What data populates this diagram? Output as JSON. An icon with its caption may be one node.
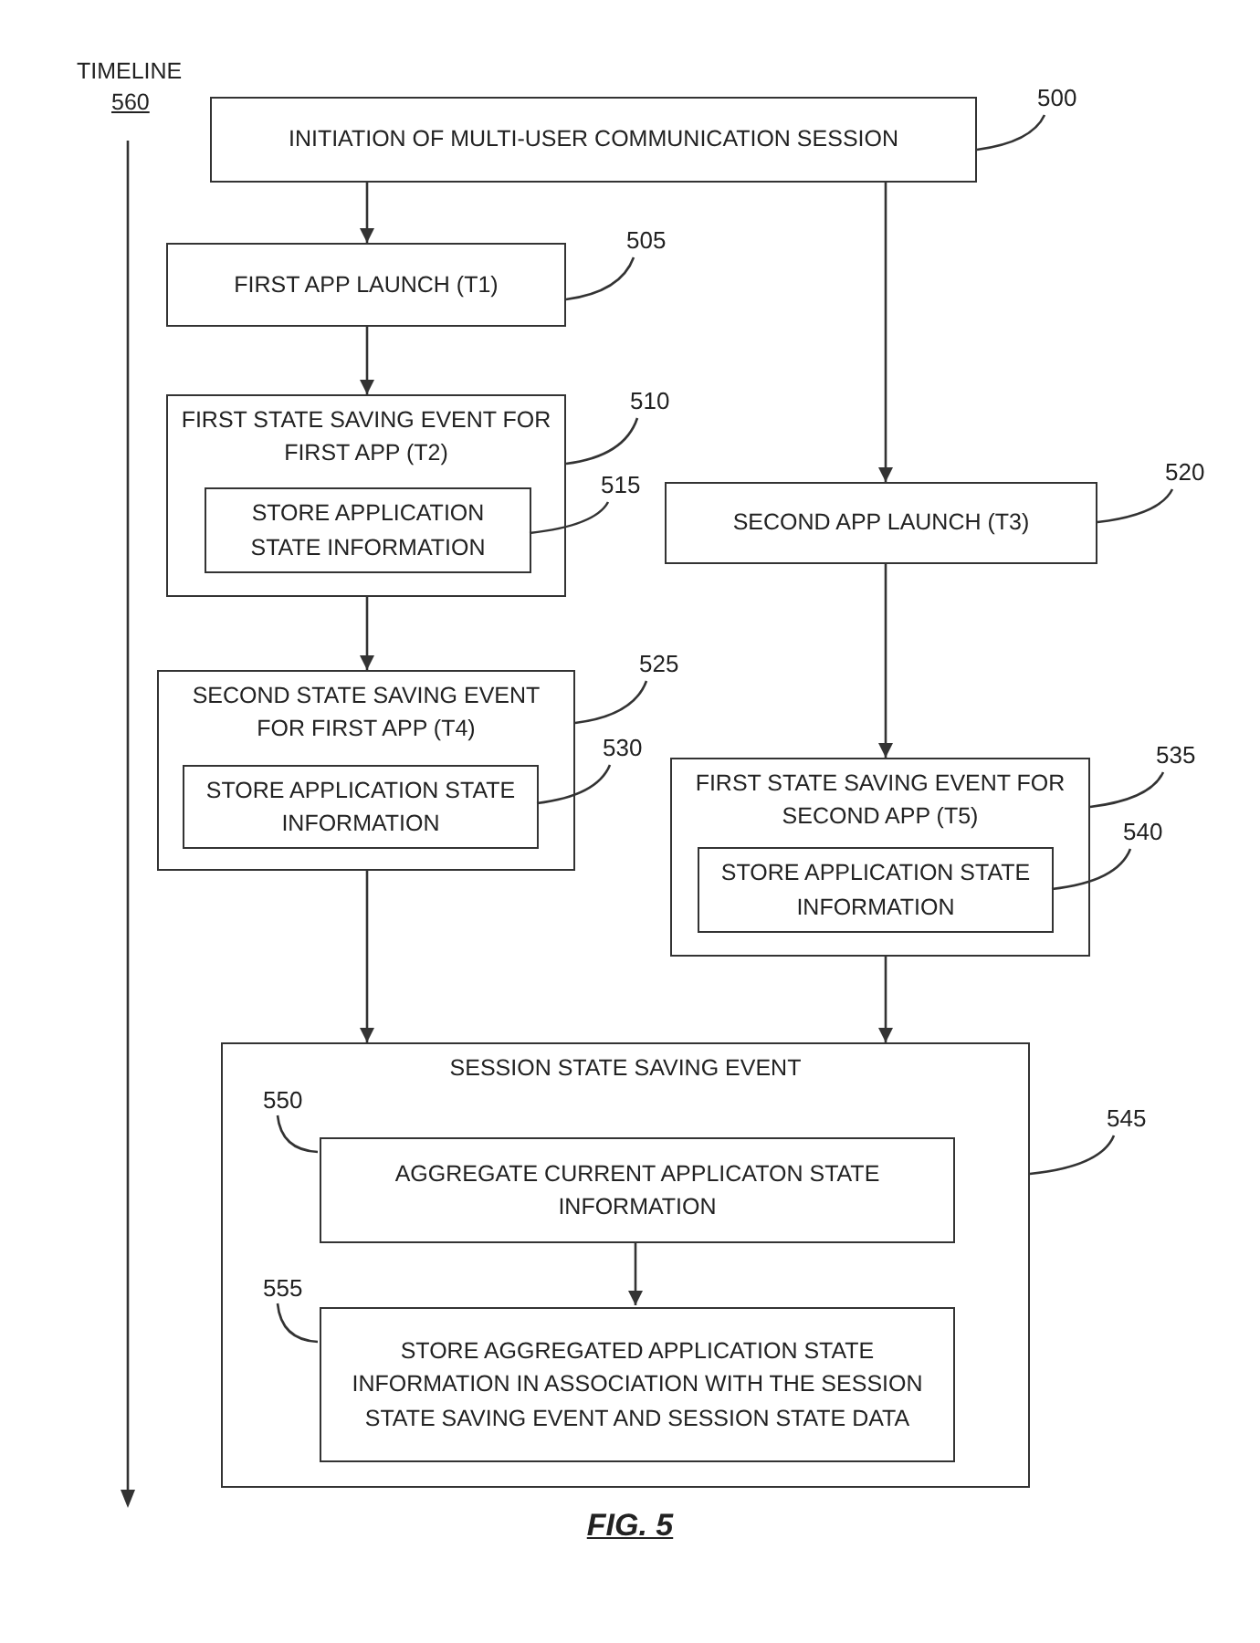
{
  "diagram": {
    "caption": "FIG. 5",
    "nodes": [
      {
        "text": [
          "INITIATION OF MULTI-USER COMMUNICATION SESSION"
        ]
      },
      {
        "text": [
          "FIRST APP LAUNCH (T1)"
        ]
      },
      {
        "text": [
          "FIRST STATE SAVING EVENT FOR FIRST APP (T2)"
        ]
      },
      {
        "text": [
          "STORE APPLICATION STATE INFORMATION"
        ],
        "in": 2
      },
      {
        "text": [
          "SECOND APP LAUNCH (T3)"
        ]
      },
      {
        "text": [
          "SECOND STATE SAVING EVENT FOR FIRST APP (T4)"
        ]
      },
      {
        "text": [
          "STORE APPLICATION STATE INFORMATION"
        ],
        "in": 5
      },
      {
        "text": [
          "FIRST STATE SAVING EVENT FOR SECOND APP (T5)"
        ]
      },
      {
        "text": [
          "STORE APPLICATION STATE INFORMATION"
        ],
        "in": 7
      },
      {
        "text": [
          "SESSION STATE SAVING EVENT"
        ]
      },
      {
        "text": [
          "AGGREGATE CURRENT APPLICATON STATE INFORMATION"
        ],
        "in": 9
      },
      {
        "text": [
          "STORE AGGREGATED APPLICATION STATE INFORMATION IN ASSOCIATION WITH THE SESSION STATE SAVING EVENT AND SESSION STATE DATA"
        ],
        "in": 9
      },
      {
        "text": [
          "500"
        ]
      },
      {
        "text": [
          "505"
        ]
      },
      {
        "text": [
          "510"
        ]
      },
      {
        "text": [
          "515"
        ]
      },
      {
        "text": [
          "520"
        ]
      },
      {
        "text": [
          "525"
        ]
      },
      {
        "text": [
          "530"
        ]
      },
      {
        "text": [
          "535"
        ]
      },
      {
        "text": [
          "540"
        ]
      },
      {
        "text": [
          "545"
        ]
      },
      {
        "text": [
          "550"
        ],
        "in": 9
      },
      {
        "text": [
          "555"
        ],
        "in": 9
      }
    ],
    "edges": [
      {
        "from": 0,
        "to": 1,
        "arrow": "to"
      },
      {
        "from": 1,
        "to": 2,
        "arrow": "to"
      },
      {
        "from": 0,
        "to": 4,
        "arrow": "to"
      },
      {
        "from": 2,
        "to": 5,
        "arrow": "to"
      },
      {
        "from": 4,
        "to": 7,
        "arrow": "to"
      },
      {
        "from": 5,
        "to": 9,
        "arrow": "to"
      },
      {
        "from": 7,
        "to": 9,
        "arrow": "to"
      },
      {
        "from": 10,
        "to": 11,
        "arrow": "to"
      },
      {
        "from": 12,
        "to": 0,
        "arrow": "none"
      },
      {
        "from": 13,
        "to": 1,
        "arrow": "none"
      },
      {
        "from": 14,
        "to": 2,
        "arrow": "none"
      },
      {
        "from": 15,
        "to": 3,
        "arrow": "none"
      },
      {
        "from": 16,
        "to": 4,
        "arrow": "none"
      },
      {
        "from": 17,
        "to": 5,
        "arrow": "none"
      },
      {
        "from": 18,
        "to": 6,
        "arrow": "none"
      },
      {
        "from": 19,
        "to": 7,
        "arrow": "none"
      },
      {
        "from": 20,
        "to": 8,
        "arrow": "none"
      },
      {
        "from": 21,
        "to": 9,
        "arrow": "none"
      },
      {
        "from": 22,
        "to": 10,
        "arrow": "none"
      },
      {
        "from": 23,
        "to": 11,
        "arrow": "none"
      }
    ],
    "labels": [
      "TIMELINE",
      "560"
    ]
  }
}
